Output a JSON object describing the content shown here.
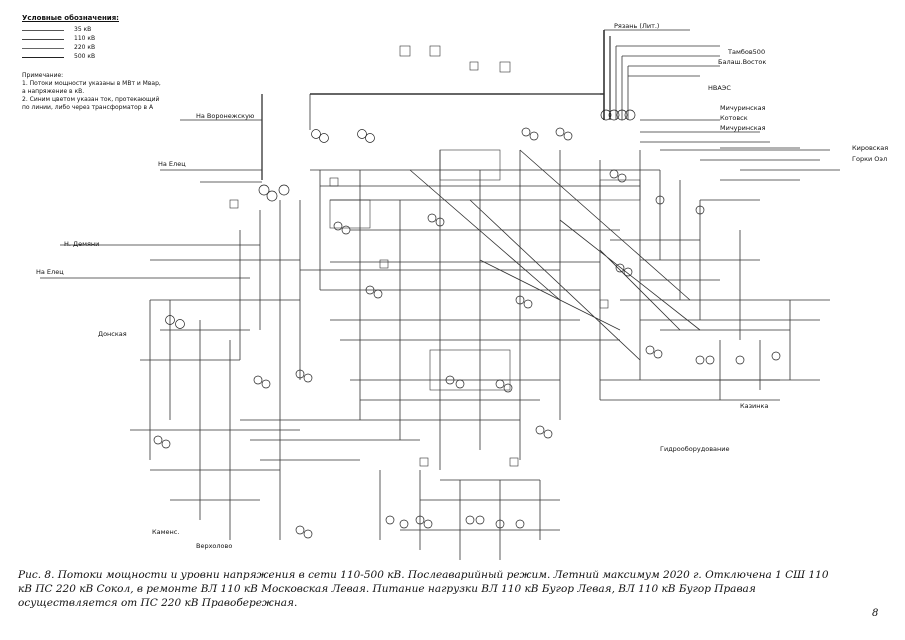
{
  "legend": {
    "title": "Условные обозначения:",
    "items": [
      {
        "label": "35 кВ",
        "color": "#555555"
      },
      {
        "label": "110 кВ",
        "color": "#444444"
      },
      {
        "label": "220 кВ",
        "color": "#666666"
      },
      {
        "label": "500 кВ",
        "color": "#222222"
      }
    ]
  },
  "notes": {
    "title": "Примечание:",
    "line1": "1. Потоки мощности указаны в МВт и Мвар,",
    "line2": "а напряжение в кВ.",
    "line3": "2. Синим цветом указан ток, протекающий",
    "line4": "по линии, либо через трансформатор в А"
  },
  "labels": {
    "ryazan": "Рязань (Лит.)",
    "tambov": "Тамбов500",
    "balash": "Балаш.Восток",
    "nvaes": "НВАЭС",
    "michurinsk": "Мичуринская",
    "kotovsk": "Котовск",
    "michurinskaya2": "Мичуринская",
    "kirovskaya": "Кировская",
    "gorki": "Горки Оэл",
    "voronezh": "На Воронежскую",
    "elets1": "На Елец",
    "demyan": "Н. Демяни",
    "elets2": "На Елец",
    "donskaya": "Донская",
    "kazinka": "Казинка",
    "gidro": "Гидрооборудование",
    "verkhovye": "Верхолово",
    "kamen": "Каменс."
  },
  "caption": "Рис. 8. Потоки мощности и уровни напряжения в сети 110-500 кВ. Послеаварийный режим. Летний максимум 2020 г. Отключена 1 СШ 110 кВ ПС 220 кВ Сокол, в ремонте ВЛ 110 кВ Московская Левая. Питание нагрузки ВЛ 110 кВ Бугор Левая, ВЛ 110 кВ Бугор Правая осуществляется от ПС 220 кВ Правобережная.",
  "page_number": "8"
}
